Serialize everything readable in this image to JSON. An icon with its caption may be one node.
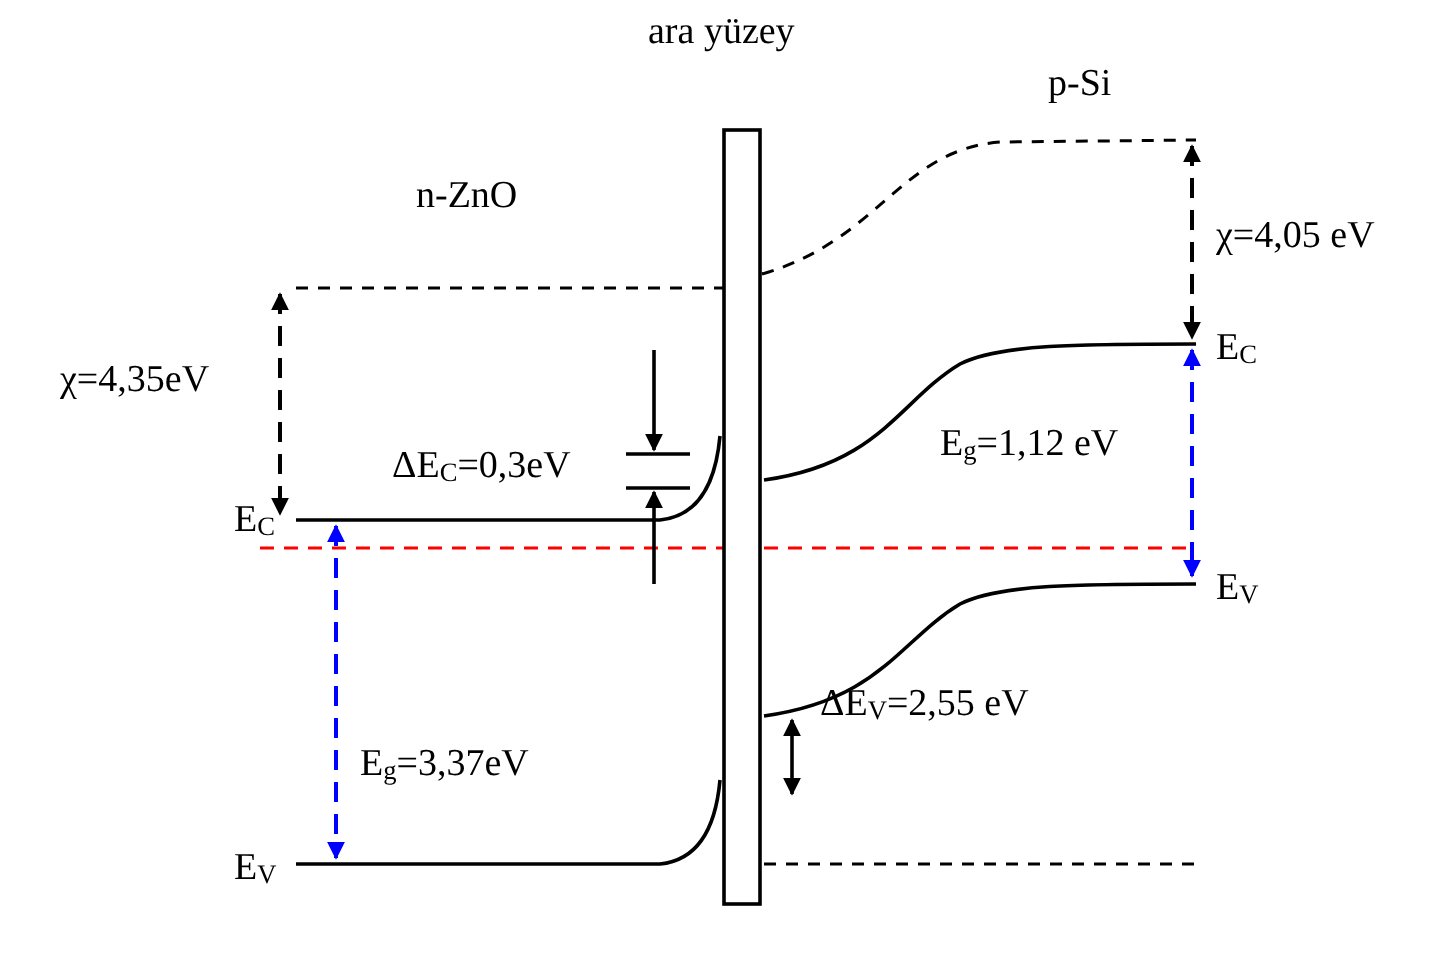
{
  "diagram": {
    "nodes": [
      {
        "text": [],
        "shape": "bar"
      }
    ],
    "labels": [
      "ara yüzey",
      "p-Si",
      "n-ZnO",
      "χ=4,05 eV",
      "χ=4,35eV",
      "E$_{C}$",
      "ΔE$_{C}$=0,3eV",
      "E$_{g}$=1,12 eV",
      "E$_{C}$",
      "E$_{V}$",
      "E$_{g}$=3,37eV",
      "ΔE$_{V}$=2,55 eV",
      "E$_{V}$"
    ]
  }
}
